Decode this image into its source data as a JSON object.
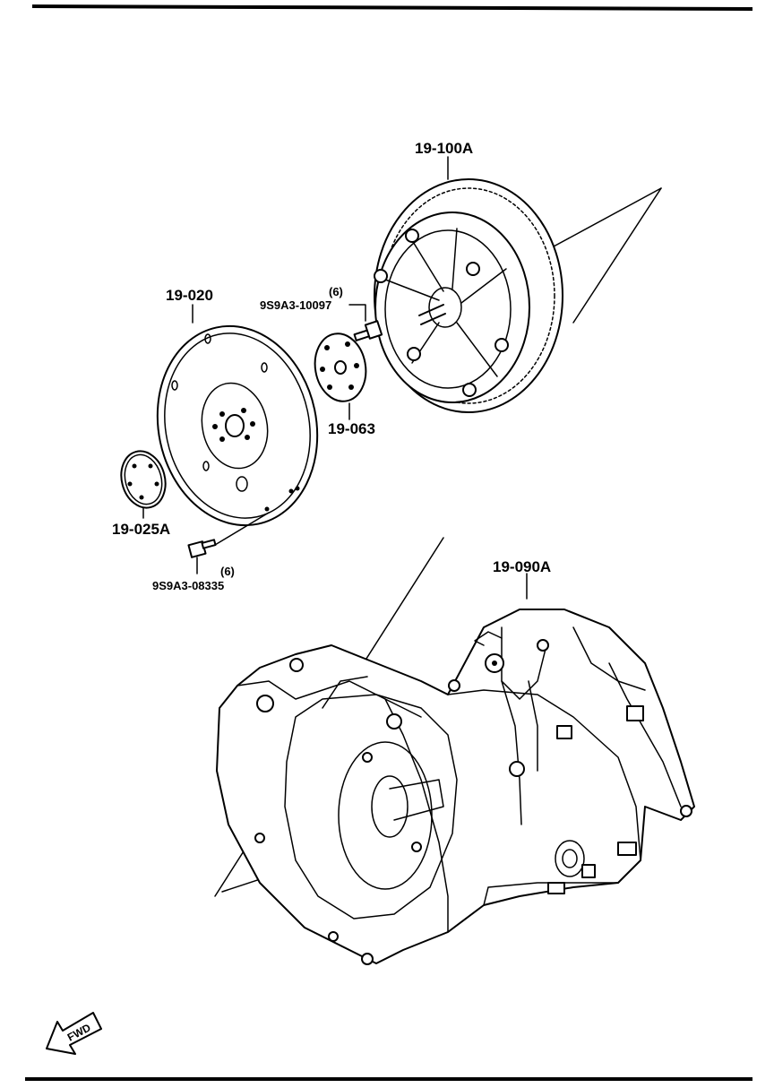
{
  "parts": {
    "torque_converter": {
      "code": "19-100A"
    },
    "drive_plate": {
      "code": "19-020"
    },
    "backing_plate": {
      "code": "19-063"
    },
    "adapter_plate": {
      "code": "19-025A"
    },
    "transaxle": {
      "code": "19-090A"
    },
    "bolt_upper": {
      "code": "9S9A3-10097",
      "qty": "(6)"
    },
    "bolt_lower": {
      "code": "9S9A3-08335",
      "qty": "(6)"
    }
  },
  "direction_indicator": {
    "label": "FWD",
    "icon": "arrow-fwd-icon"
  }
}
